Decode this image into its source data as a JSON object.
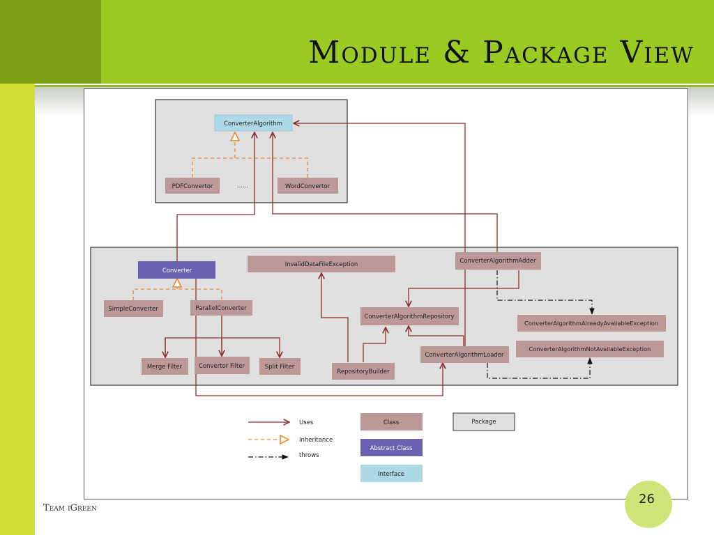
{
  "slide": {
    "title": "Module & Package View",
    "footer": "Team iGreen",
    "page_number": "26"
  },
  "colors": {
    "banner": "#9bcb22",
    "banner_dark": "#7ba018",
    "left_strip": "#cfe033",
    "class_fill": "#bc9896",
    "abstract_fill": "#6a62b0",
    "interface_fill": "#add8e6",
    "package_fill": "#e0e0e0",
    "uses_arrow": "#8b2e2e",
    "inheritance_arrow": "#ef8a34",
    "throws_arrow": "#111111"
  },
  "packages": [
    {
      "id": "algorithm-package",
      "label": ""
    },
    {
      "id": "converter-package",
      "label": ""
    }
  ],
  "nodes": {
    "ConverterAlgorithm": {
      "label": "ConverterAlgorithm",
      "kind": "interface"
    },
    "PDFConvertor": {
      "label": "PDFConvertor",
      "kind": "class"
    },
    "ellipsis": {
      "label": "......",
      "kind": "text"
    },
    "WordConvertor": {
      "label": "WordConvertor",
      "kind": "class"
    },
    "Converter": {
      "label": "Converter",
      "kind": "abstract"
    },
    "SimpleConverter": {
      "label": "SimpleConverter",
      "kind": "class"
    },
    "ParallelConverter": {
      "label": "ParallelConverter",
      "kind": "class"
    },
    "InvalidDataFileException": {
      "label": "InvalidDataFileException",
      "kind": "class"
    },
    "ConverterAlgorithmAdder": {
      "label": "ConverterAlgorithmAdder",
      "kind": "class"
    },
    "ConverterAlgorithmRepository": {
      "label": "ConverterAlgorithmRepository",
      "kind": "class"
    },
    "ConverterAlgorithmAlreadyAvailableException": {
      "label": "ConverterAlgorithmAlreadyAvailableException",
      "kind": "class"
    },
    "ConverterAlgorithmNotAvailableException": {
      "label": "ConverterAlgorithmNotAvailableException",
      "kind": "class"
    },
    "ConverterAlgorithmLoader": {
      "label": "ConverterAlgorithmLoader",
      "kind": "class"
    },
    "MergeFilter": {
      "label": "Merge Filter",
      "kind": "class"
    },
    "ConvertorFilter": {
      "label": "Convertor Filter",
      "kind": "class"
    },
    "SplitFilter": {
      "label": "Split Filter",
      "kind": "class"
    },
    "RepositoryBuilder": {
      "label": "RepositoryBuilder",
      "kind": "class"
    }
  },
  "edges": [
    {
      "from": "PDFConvertor",
      "to": "ConverterAlgorithm",
      "type": "inheritance"
    },
    {
      "from": "WordConvertor",
      "to": "ConverterAlgorithm",
      "type": "inheritance"
    },
    {
      "from": "SimpleConverter",
      "to": "Converter",
      "type": "inheritance"
    },
    {
      "from": "ParallelConverter",
      "to": "Converter",
      "type": "inheritance"
    },
    {
      "from": "Converter",
      "to": "ConverterAlgorithm",
      "type": "uses"
    },
    {
      "from": "ConverterAlgorithmAdder",
      "to": "ConverterAlgorithm",
      "type": "uses"
    },
    {
      "from": "ConverterAlgorithmLoader",
      "to": "ConverterAlgorithm",
      "type": "uses"
    },
    {
      "from": "ConverterAlgorithmAdder",
      "to": "ConverterAlgorithmRepository",
      "type": "uses"
    },
    {
      "from": "ConverterAlgorithmLoader",
      "to": "ConverterAlgorithmRepository",
      "type": "uses"
    },
    {
      "from": "RepositoryBuilder",
      "to": "ConverterAlgorithmRepository",
      "type": "uses"
    },
    {
      "from": "RepositoryBuilder",
      "to": "InvalidDataFileException",
      "type": "uses"
    },
    {
      "from": "ParallelConverter",
      "to": "MergeFilter",
      "type": "uses"
    },
    {
      "from": "ParallelConverter",
      "to": "ConvertorFilter",
      "type": "uses"
    },
    {
      "from": "ParallelConverter",
      "to": "SplitFilter",
      "type": "uses"
    },
    {
      "from": "Converter",
      "to": "ConverterAlgorithmLoader",
      "type": "uses"
    },
    {
      "from": "ConverterAlgorithmAdder",
      "to": "ConverterAlgorithmAlreadyAvailableException",
      "type": "throws"
    },
    {
      "from": "ConverterAlgorithmLoader",
      "to": "ConverterAlgorithmNotAvailableException",
      "type": "throws"
    }
  ],
  "legend": {
    "uses": "Uses",
    "inheritance": "Inheritance",
    "throws": "throws",
    "class": "Class",
    "abstract_class": "Abstract Class",
    "interface": "Interface",
    "package": "Package"
  }
}
